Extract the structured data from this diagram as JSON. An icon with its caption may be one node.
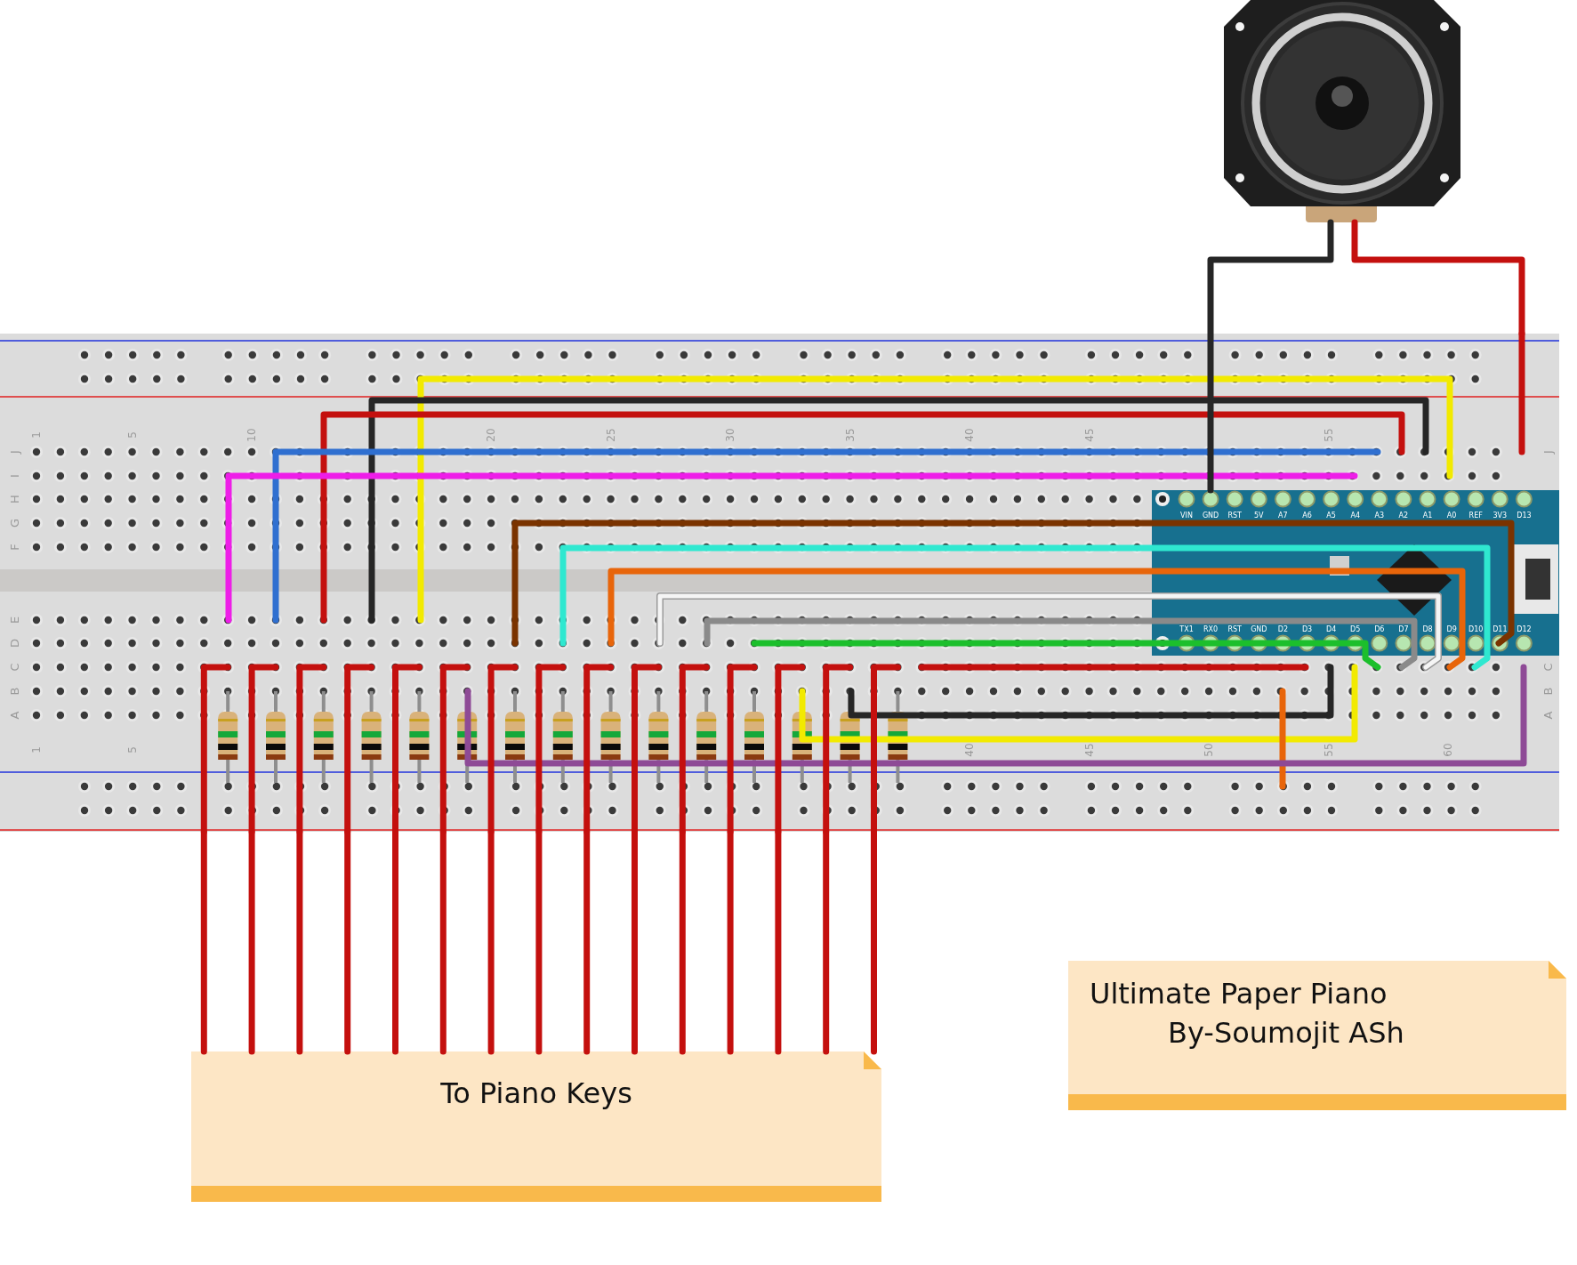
{
  "diagram": {
    "nodes": [
      {
        "text": [],
        "shape": "picture"
      },
      {
        "text": [],
        "shape": "picture",
        "in": 0
      },
      {
        "text": [],
        "shape": "picture"
      },
      {
        "text": [
          "To Piano Keys"
        ]
      },
      {
        "text": [
          "Ultimate Paper Piano",
          "By-Soumojit ASh"
        ]
      }
    ],
    "edges": [
      {
        "from": 0,
        "to": 3,
        "arrow": "none"
      },
      {
        "from": 0,
        "to": 3,
        "arrow": "none"
      },
      {
        "from": 0,
        "to": 3,
        "arrow": "none"
      },
      {
        "from": 0,
        "to": 3,
        "arrow": "none"
      },
      {
        "from": 0,
        "to": 3,
        "arrow": "none"
      },
      {
        "from": 0,
        "to": 3,
        "arrow": "none"
      },
      {
        "from": 0,
        "to": 3,
        "arrow": "none"
      },
      {
        "from": 0,
        "to": 3,
        "arrow": "none"
      },
      {
        "from": 0,
        "to": 3,
        "arrow": "none"
      },
      {
        "from": 0,
        "to": 3,
        "arrow": "none"
      },
      {
        "from": 0,
        "to": 3,
        "arrow": "none"
      },
      {
        "from": 0,
        "to": 3,
        "arrow": "none"
      },
      {
        "from": 0,
        "to": 3,
        "arrow": "none"
      },
      {
        "from": 0,
        "to": 3,
        "arrow": "none"
      },
      {
        "from": 0,
        "to": 3,
        "arrow": "none"
      },
      {
        "from": 2,
        "to": 1,
        "arrow": "none",
        "color": "#262626"
      },
      {
        "from": 2,
        "to": 0,
        "arrow": "none"
      }
    ],
    "labels": [
      "1",
      "5",
      "10",
      "20",
      "25",
      "30",
      "35",
      "40",
      "45",
      "55",
      "J",
      "I",
      "H",
      "G",
      "F",
      "J",
      "VIN",
      "GND",
      "RST",
      "5V",
      "A7",
      "A6",
      "A5",
      "A4",
      "A3",
      "A2",
      "A1",
      "A0",
      "REF",
      "3V3",
      "D13",
      "TX1",
      "RX0",
      "RST",
      "GND",
      "D2",
      "D3",
      "D4",
      "D5",
      "D6",
      "D7",
      "D8",
      "D9",
      "D10",
      "D11",
      "D12",
      "E",
      "D",
      "C",
      "B",
      "A",
      "C",
      "B",
      "A",
      "1",
      "5",
      "40",
      "45",
      "50",
      "55",
      "60"
    ]
  }
}
